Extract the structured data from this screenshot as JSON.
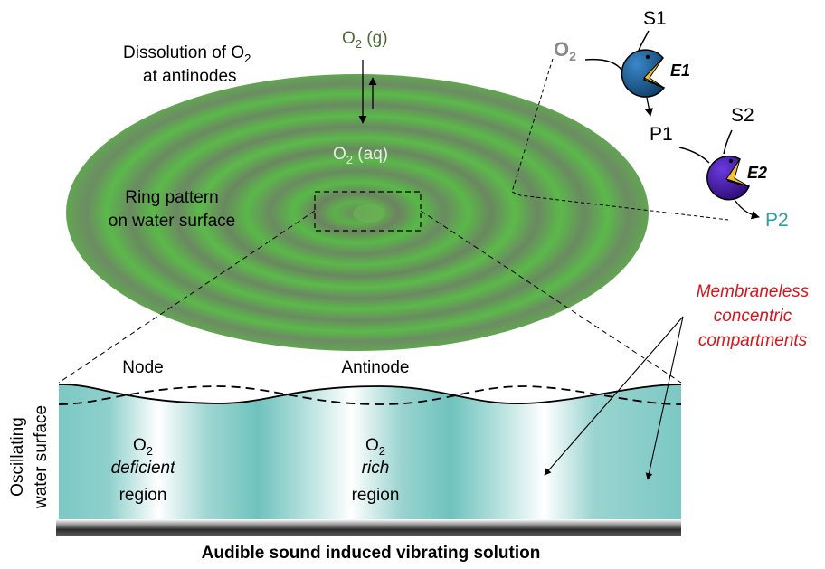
{
  "top": {
    "dissolution_line1": "Dissolution of O",
    "dissolution_sub": "2",
    "dissolution_line2": "at antinodes",
    "o2_gas": "O",
    "o2_gas_sub": "2",
    "o2_gas_suffix": " (g)",
    "o2_aq": "O",
    "o2_aq_sub": "2",
    "o2_aq_suffix": " (aq)",
    "ring_line1": "Ring pattern",
    "ring_line2": "on water surface"
  },
  "enzymes": {
    "o2_label": "O",
    "o2_sub": "2",
    "s1": "S1",
    "e1": "E1",
    "p1": "P1",
    "s2": "S2",
    "e2": "E2",
    "p2": "P2",
    "e1_color": "#1c5f96",
    "e2_color": "#4a1aa8",
    "p2_color": "#2a9fa8"
  },
  "compartments": {
    "line1": "Membraneless",
    "line2": "concentric",
    "line3": "compartments",
    "color": "#d8141c"
  },
  "cross_section": {
    "node": "Node",
    "antinode": "Antinode",
    "side_line1": "Oscillating",
    "side_line2": "water surface",
    "left_o2": "O",
    "left_o2_sub": "2",
    "left_mid": "deficient",
    "left_bottom": "region",
    "right_o2": "O",
    "right_o2_sub": "2",
    "right_mid": "rich",
    "right_bottom": "region"
  },
  "caption": "Audible sound induced vibrating solution"
}
